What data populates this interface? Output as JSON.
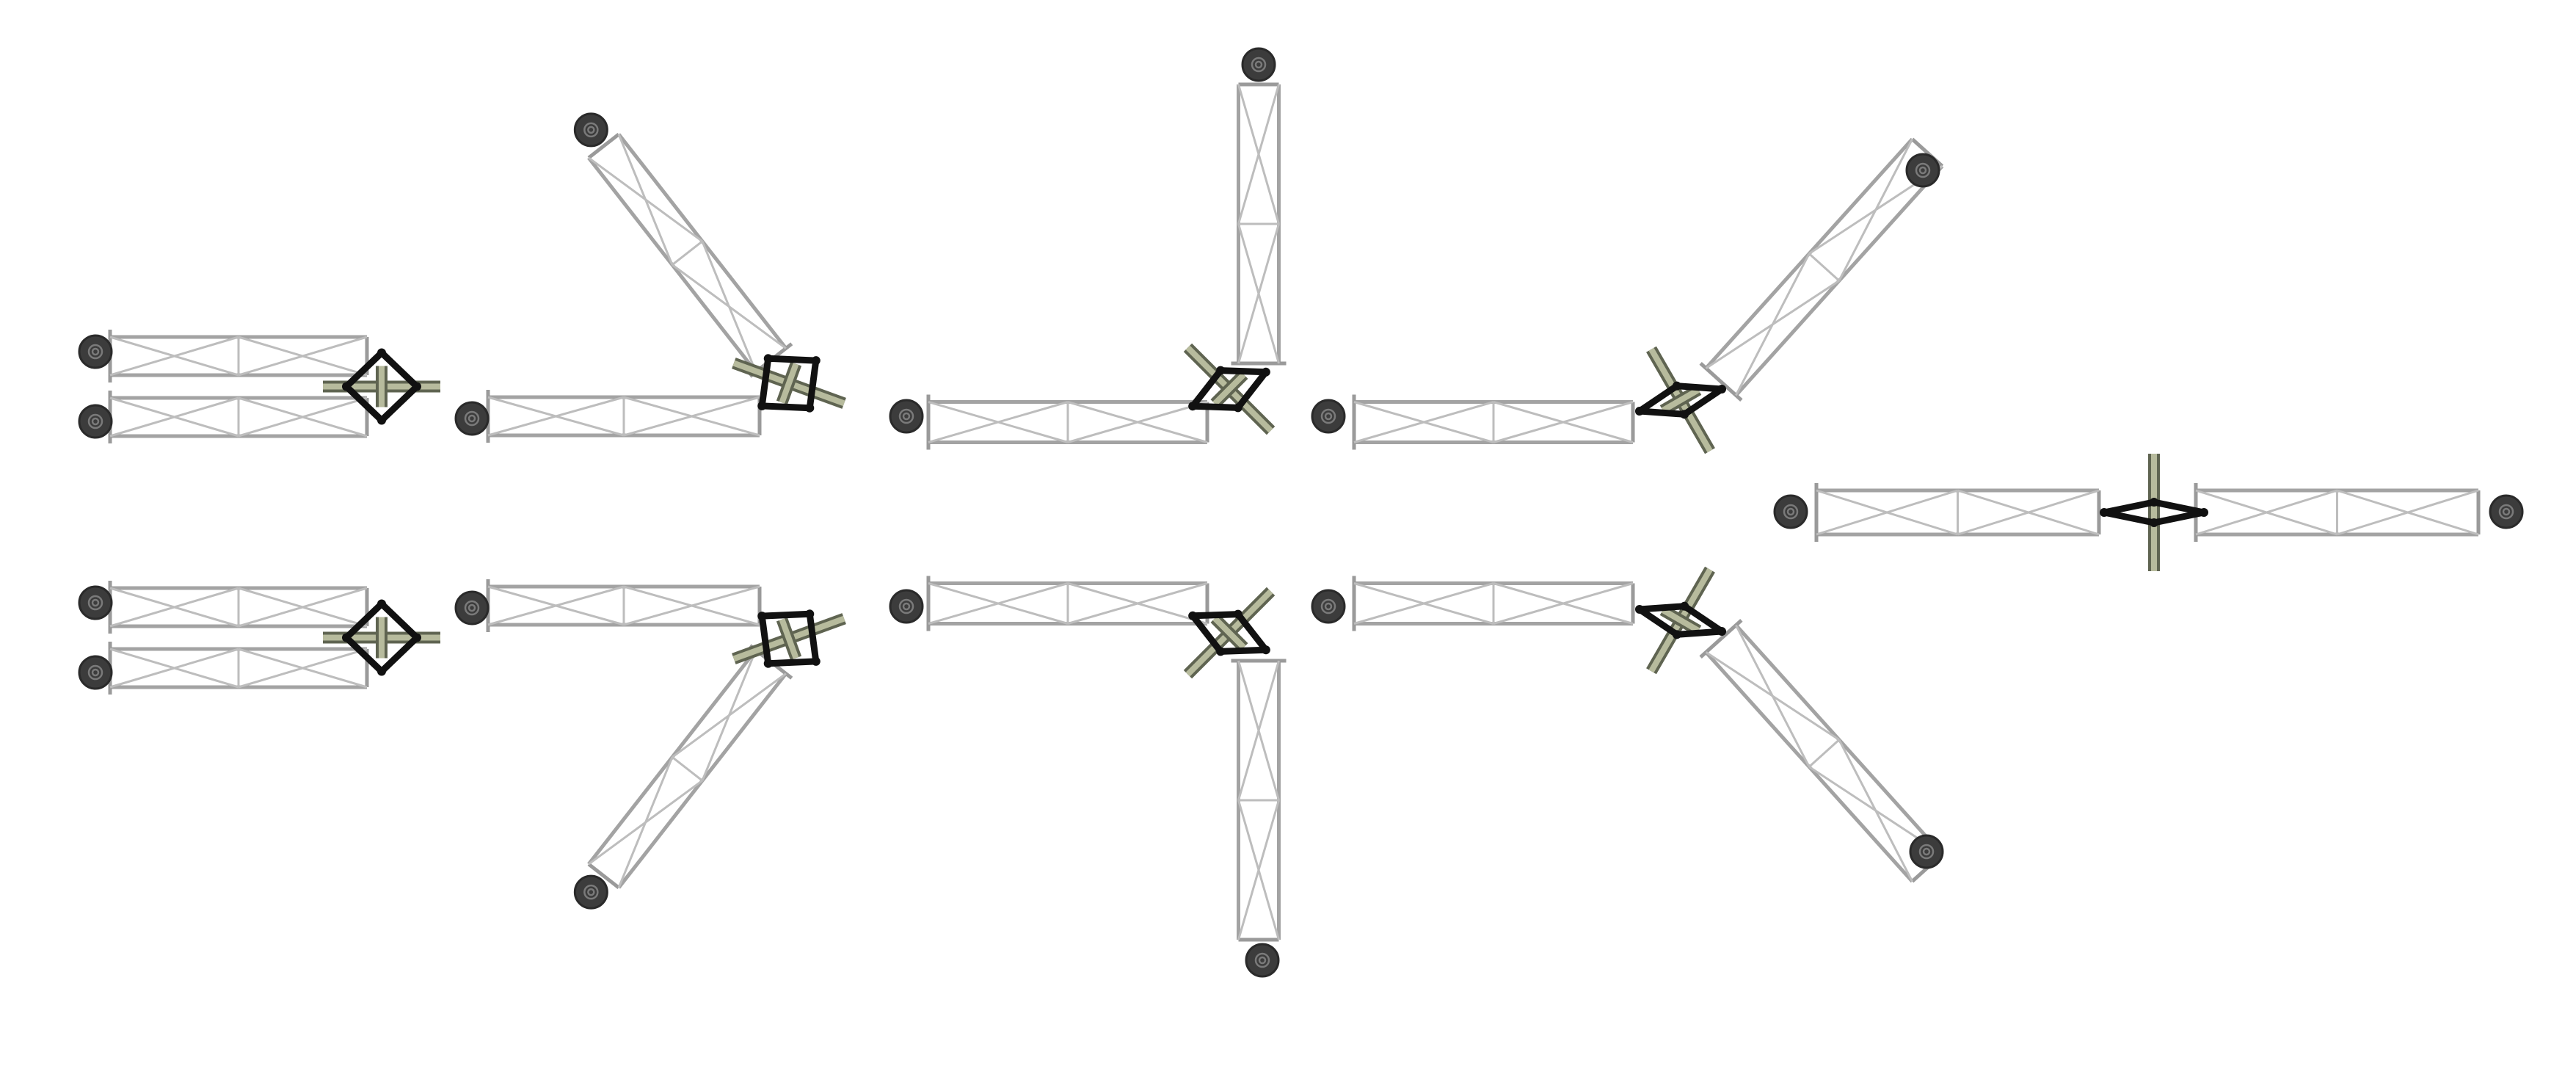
{
  "diagram": {
    "type": "truss-configurations",
    "views": [
      {
        "id": "view-folded-top",
        "configuration": "folded"
      },
      {
        "id": "view-folded-bottom",
        "configuration": "folded"
      },
      {
        "id": "view-45-up",
        "configuration": "angled-up"
      },
      {
        "id": "view-45-down",
        "configuration": "angled-down"
      },
      {
        "id": "view-90-up",
        "configuration": "right-angle-up"
      },
      {
        "id": "view-90-down",
        "configuration": "right-angle-down"
      },
      {
        "id": "view-135-up",
        "configuration": "obtuse-up"
      },
      {
        "id": "view-135-down",
        "configuration": "obtuse-down"
      },
      {
        "id": "view-straight",
        "configuration": "straight"
      }
    ],
    "colors": {
      "truss": "#a3a3a3",
      "hinge": "#111111",
      "cross_bar": "#b7bb9d",
      "wheel": "#3c3c3c",
      "background": "#ffffff"
    }
  }
}
